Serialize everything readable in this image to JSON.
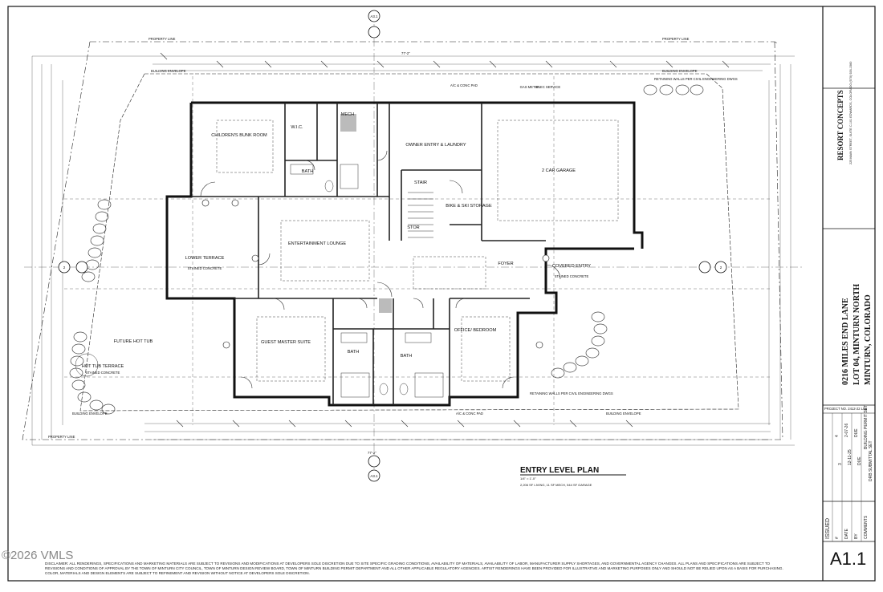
{
  "plan": {
    "title": "ENTRY LEVEL PLAN",
    "scale": "1/4\" = 1'-0\"",
    "area_note": "2,206 SF LIVING, 11 SF MECH, 544 SF GARAGE",
    "overall_dim_top": "77'-2\"",
    "overall_dim_bottom": "77'-2\"",
    "section_marker": "A3.1",
    "property_line": "PROPERTY LINE",
    "building_envelope": "BUILDING ENVELOPE",
    "retaining_walls": "RETAINING WALLS PER CIVIL ENGINEERING DWGS",
    "rooms": {
      "childrens_bunk": "CHILDREN'S BUNK ROOM",
      "bath_top": "BATH",
      "wic_top": "W.I.C.",
      "mech": "MECH",
      "owner_entry": "OWNER ENTRY & LAUNDRY",
      "stair": "STAIR",
      "garage": "2 CAR GARAGE",
      "bike_ski": "BIKE & SKI STORAGE",
      "entertainment": "ENTERTAINMENT LOUNGE",
      "lower_terrace": "LOWER TERRACE",
      "lower_terrace_sub": "STAINED CONCRETE",
      "foyer": "FOYER",
      "covered_entry": "COVERED ENTRY",
      "covered_entry_sub": "STAINED CONCRETE",
      "guest_master": "GUEST MASTER SUITE",
      "bath_l": "BATH",
      "bath_r": "BATH",
      "office": "OFFICE/ BEDROOM",
      "hot_tub": "HOT TUB TERRACE",
      "hot_tub_sub": "STAINED CONCRETE",
      "future_hot_tub": "FUTURE HOT TUB",
      "stor": "STOR",
      "ac_pad_top": "A/C & CONC PAD",
      "ac_pad_bot": "A/C & CONC PAD",
      "gas_meter": "GAS METER",
      "elec_service": "ELEC SERVICE"
    }
  },
  "title_block": {
    "firm": "RESORT CONCEPTS",
    "firm_sub": "225 MAIN STREET, SUITE C-101 EDWARDS, COLORADO (970) 926-1560",
    "project_l1": "0216 MILES END LANE",
    "project_l2": "LOT 04, MINTURN NORTH",
    "project_l3": "MINTURN, COLORADO",
    "project_no": "PROJECT NO. 2412-22 L04",
    "issued": "ISSUED",
    "col_num": "#",
    "col_date": "DATE",
    "col_by": "BY",
    "col_comments": "COMMENTS",
    "issues": [
      {
        "num": "4",
        "date": "2-07-26",
        "by": "DUE",
        "comments": "BUILDING PERMIT SET"
      },
      {
        "num": "3",
        "date": "12-11-25",
        "by": "DUE",
        "comments": "DRB SUBMITTAL SET"
      }
    ],
    "sheet": "A1.1"
  },
  "disclaimer": "DISCLAIMER: ALL RENDERINGS, SPECIFICATIONS AND MARKETING MATERIALS ARE SUBJECT TO REVISIONS AND MODIFICATIONS AT DEVELOPERS SOLE DISCRETION DUE TO SITE SPECIFIC GRADING CONDITIONS, AVAILABILITY OF MATERIALS, AVAILABILITY OF LABOR, MANUFACTURER SUPPLY SHORTAGES, AND GOVERNMENTAL AGENCY CHANGES. ALL PLANS AND SPECIFICATIONS ARE SUBJECT TO REVISIONS AND CONDITIONS OF APPROVAL BY THE TOWN OF MINTURN CITY COUNCIL, TOWN OF MINTURN DESIGN REVIEW BOARD, TOWN OF MINTURN BUILDING PERMIT DEPARTMENT AND ALL OTHER APPLICABLE REGULATORY AGENCIES. ARTIST RENDERINGS HAVE BEEN PROVIDED FOR ILLUSTRATIVE AND MARKETING PURPOSES ONLY AND SHOULD NOT BE RELIED UPON AS A BASIS FOR PURCHASING. COLOR, MATERIALS AND DESIGN ELEMENTS ARE SUBJECT TO REFINEMENT AND REVISION WITHOUT NOTICE AT DEVELOPERS SOLE DISCRETION.",
  "watermark": "©2026 VMLS"
}
